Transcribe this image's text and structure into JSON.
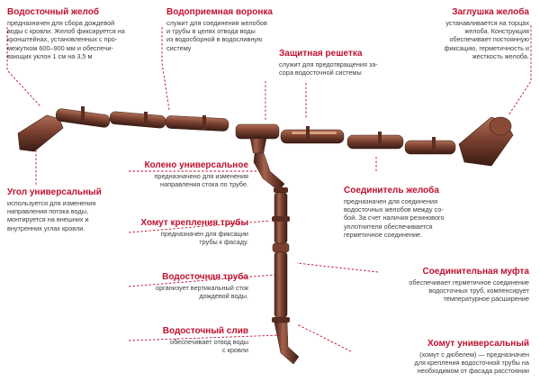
{
  "colors": {
    "accent": "#c0102e",
    "leader": "#c0102e",
    "body_text": "#3c3c3c",
    "pipe": "#6e3b2a",
    "pipe_light": "#a4624b",
    "pipe_dark": "#43221a"
  },
  "labels": {
    "gutter": {
      "title": "Водосточный желоб",
      "text": "предназначен для сбора дождевой\nводы с кровли. Желоб фиксируется на\nкронштейнах, установленных с про-\nмежутком 600–900 мм и обеспечи-\nвающих уклон 1 см на 3,5 м"
    },
    "funnel": {
      "title": "Водоприемная воронка",
      "text": "служит для соединения желобов\nи трубы в целях отвода воды\nиз водосборной в водосливную\nсистему"
    },
    "cap": {
      "title": "Заглушка желоба",
      "text": "устанавливается на торцах\nжелоба. Конструкция\nобеспечивает постоянную\nфиксацию, герметичность и\nжесткость желоба."
    },
    "grid": {
      "title": "Защитная решетка",
      "text": "служит для предотвращения за-\nсора водосточной системы"
    },
    "elbow": {
      "title": "Колено универсальное",
      "text": "предназначено для изменения\nнаправления стока по трубе."
    },
    "corner": {
      "title": "Угол универсальный",
      "text": "используется для изменения\nнаправления потока воды,\nмонтируется на внешних и\nвнутренних углах кровли."
    },
    "connector": {
      "title": "Соединитель желоба",
      "text": "предназначен для соединения\nводосточных желобов между со-\nбой. За счет наличия резинового\nуплотнителя обеспечивается\nгерметичное соединение."
    },
    "clamp": {
      "title": "Хомут крепления трубы",
      "text": "предназначен для фиксации\nтрубы к фасаду."
    },
    "pipe": {
      "title": "Водосточная труба",
      "text": "организует вертикальный сток\nдождевой воды."
    },
    "coupling": {
      "title": "Соединительная муфта",
      "text": "обеспечивает герметичное соединение\nводосточных труб, компенсирует\nтемпературное расширение"
    },
    "outlet": {
      "title": "Водосточный слив",
      "text": "обеспечивает отвод воды\nс кровли"
    },
    "uclamp": {
      "title": "Хомут универсальный",
      "text": "(хомут с дюбелем) — предназначен\nдля крепления водосточной трубы на\nнеобходимом от фасада расстоянии"
    }
  }
}
